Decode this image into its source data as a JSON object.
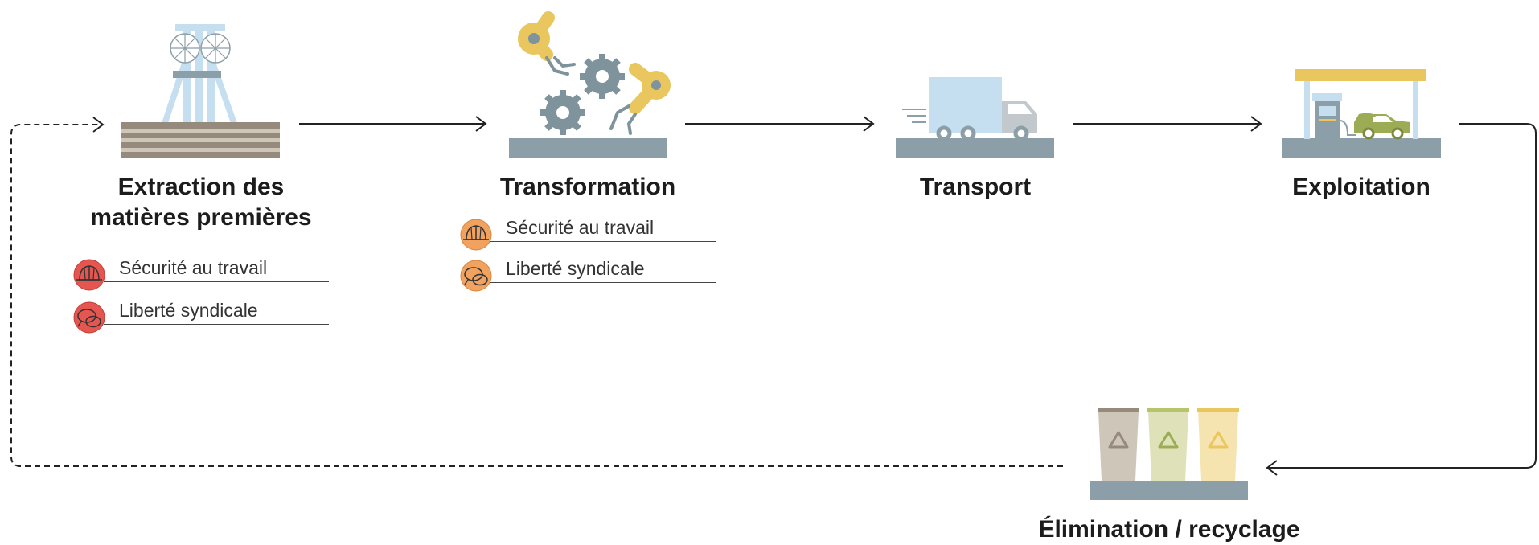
{
  "stages": [
    {
      "id": "extraction",
      "title_line1": "Extraction des",
      "title_line2": "matières premières"
    },
    {
      "id": "transformation",
      "title": "Transformation"
    },
    {
      "id": "transport",
      "title": "Transport"
    },
    {
      "id": "exploitation",
      "title": "Exploitation"
    },
    {
      "id": "elimination",
      "title": "Élimination / recyclage"
    }
  ],
  "risks": {
    "extraction": [
      {
        "label": "Sécurité au travail",
        "icon": "hard-hat-icon",
        "color": "#e4564f"
      },
      {
        "label": "Liberté syndicale",
        "icon": "speech-bubbles-icon",
        "color": "#e4564f"
      }
    ],
    "transformation": [
      {
        "label": "Sécurité au travail",
        "icon": "hard-hat-icon",
        "color": "#f1a25f"
      },
      {
        "label": "Liberté syndicale",
        "icon": "speech-bubbles-icon",
        "color": "#f1a25f"
      }
    ]
  },
  "colors": {
    "ground": "#8c9ea7",
    "pale_blue": "#c5dff0",
    "yellow": "#e9c65e",
    "arrow": "#222222",
    "high_risk": "#e4564f",
    "medium_risk": "#f1a25f"
  }
}
